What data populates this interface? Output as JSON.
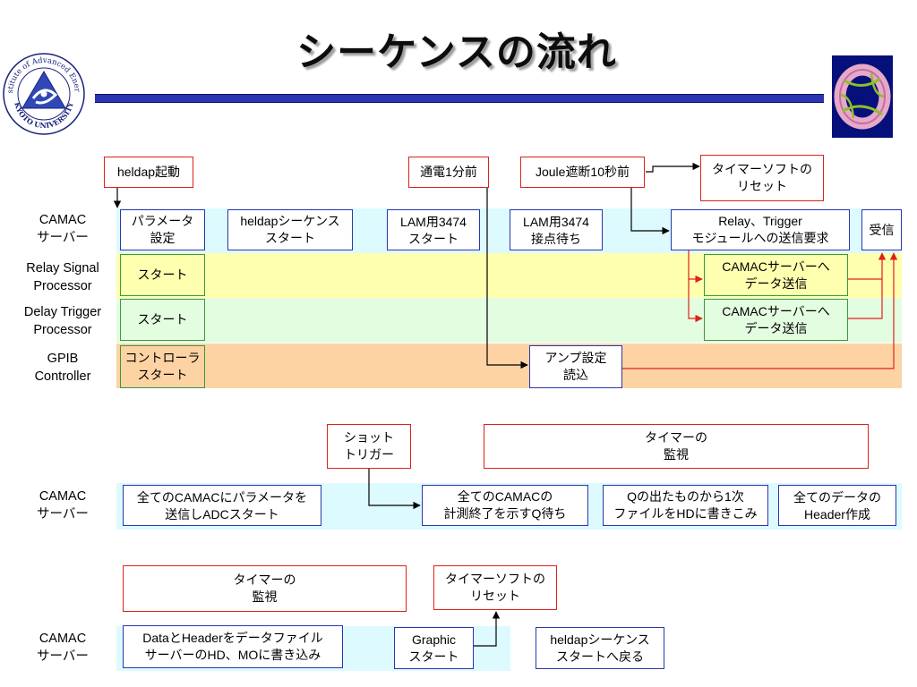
{
  "title": "シーケンスの流れ",
  "logo": {
    "ring_text_top": "Institute of Advanced Energy",
    "ring_text_bottom": "KYOTO UNIVERSITY"
  },
  "section1": {
    "rows": [
      {
        "label": "CAMAC\nサーバー"
      },
      {
        "label": "Relay Signal\nProcessor"
      },
      {
        "label": "Delay Trigger\nProcessor"
      },
      {
        "label": "GPIB\nController"
      }
    ],
    "trigger_heldap": "heldap起動",
    "trigger_1min": "通電1分前",
    "trigger_joule": "Joule遮断10秒前",
    "timer_reset": "タイマーソフトの\nリセット",
    "camac_param": "パラメータ\n設定",
    "camac_heldap_start": "heldapシーケンス\nスタート",
    "camac_lam_start": "LAM用3474\nスタート",
    "camac_lam_wait": "LAM用3474\n接点待ち",
    "camac_send_request": "Relay、Trigger\nモジュールへの送信要求",
    "camac_receive": "受信",
    "relay_start": "スタート",
    "relay_send": "CAMACサーバーへ\nデータ送信",
    "delay_start": "スタート",
    "delay_send": "CAMACサーバーへ\nデータ送信",
    "gpib_start": "コントローラ\nスタート",
    "gpib_amp": "アンプ設定\n読込"
  },
  "section2": {
    "row_label": "CAMAC\nサーバー",
    "shot_trigger": "ショット\nトリガー",
    "timer_watch": "タイマーの\n監視",
    "send_param": "全てのCAMACにパラメータを\n送信しADCスタート",
    "wait_q": "全てのCAMACの\n計測終了を示すQ待ち",
    "write_hd": "Qの出たものから1次\nファイルをHDに書きこみ",
    "make_header": "全てのデータの\nHeader作成"
  },
  "section3": {
    "row_label": "CAMAC\nサーバー",
    "timer_watch": "タイマーの\n監視",
    "timer_reset": "タイマーソフトの\nリセット",
    "write_server": "DataとHeaderをデータファイル\nサーバーのHD、MOに書き込み",
    "graphic_start": "Graphic\nスタート",
    "back_to_heldap": "heldapシーケンス\nスタートへ戻る"
  }
}
